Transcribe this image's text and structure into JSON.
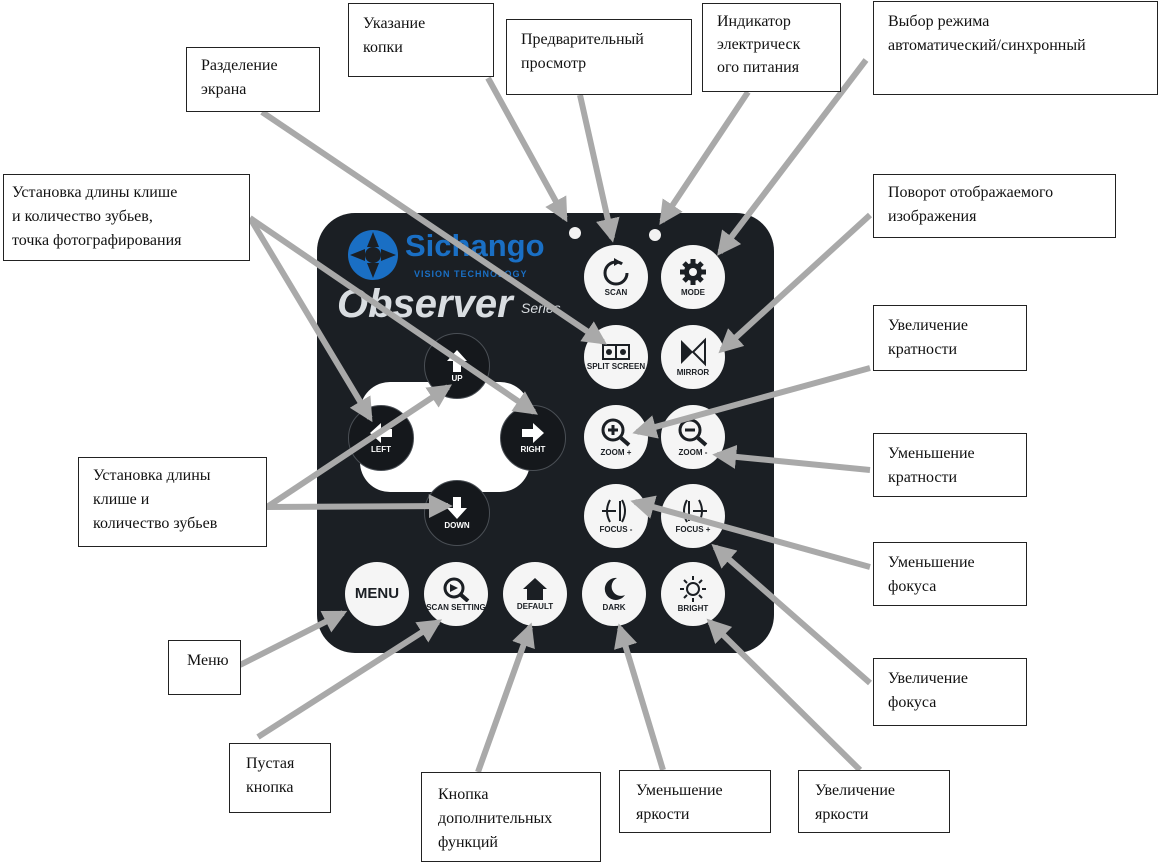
{
  "device": {
    "brand": "Sichango",
    "tagline": "VISION TECHNOLOGY",
    "series_name": "Observer",
    "series_suffix": "Series",
    "colors": {
      "panel": "#1b1f24",
      "logo": "#1a6fc4",
      "button_face": "#f5f5f5",
      "arrow": "#a9a9a9"
    }
  },
  "buttons": {
    "scan": {
      "label": "SCAN",
      "icon": "refresh-icon"
    },
    "mode": {
      "label": "MODE",
      "icon": "gear-icon"
    },
    "split_screen": {
      "label": "SPLIT SCREEN",
      "icon": "split-screen-icon"
    },
    "mirror": {
      "label": "MIRROR",
      "icon": "mirror-icon"
    },
    "zoom_plus": {
      "label": "ZOOM +",
      "icon": "zoom-in-icon"
    },
    "zoom_minus": {
      "label": "ZOOM -",
      "icon": "zoom-out-icon"
    },
    "focus_minus": {
      "label": "FOCUS -",
      "icon": "focus-icon"
    },
    "focus_plus": {
      "label": "FOCUS +",
      "icon": "focus-icon"
    },
    "up": {
      "label": "UP",
      "icon": "arrow-up-icon"
    },
    "left": {
      "label": "LEFT",
      "icon": "arrow-left-icon"
    },
    "right": {
      "label": "RIGHT",
      "icon": "arrow-right-icon"
    },
    "down": {
      "label": "DOWN",
      "icon": "arrow-down-icon"
    },
    "menu": {
      "label": "MENU"
    },
    "scan_setting": {
      "label": "SCAN SETTING",
      "icon": "scan-setting-icon"
    },
    "default": {
      "label": "DEFAULT",
      "icon": "home-icon"
    },
    "dark": {
      "label": "DARK",
      "icon": "moon-icon"
    },
    "bright": {
      "label": "BRIGHT",
      "icon": "sun-icon"
    }
  },
  "callouts": {
    "pointer": {
      "lines": [
        "Указание",
        "копки"
      ]
    },
    "preview": {
      "lines": [
        "Предварительный",
        "просмотр"
      ]
    },
    "power": {
      "lines": [
        "Индикатор",
        "электрическ",
        "ого питания"
      ]
    },
    "mode": {
      "lines": [
        "Выбор режима",
        "автоматический/синхронный"
      ]
    },
    "split": {
      "lines": [
        "Разделение",
        "экрана"
      ]
    },
    "length_photo": {
      "lines": [
        "Установка длины клише",
        "и количество зубьев,",
        "точка фотографирования"
      ]
    },
    "rotate": {
      "lines": [
        "Поворот отображаемого",
        "изображения"
      ]
    },
    "zoom_in": {
      "lines": [
        "Увеличение",
        "кратности"
      ]
    },
    "zoom_out": {
      "lines": [
        "Уменьшение",
        "кратности"
      ]
    },
    "length_teeth": {
      "lines": [
        "Установка длины",
        "клише и",
        "количество зубьев"
      ]
    },
    "focus_out": {
      "lines": [
        "Уменьшение",
        "фокуса"
      ]
    },
    "focus_in": {
      "lines": [
        "Увеличение",
        "фокуса"
      ]
    },
    "menu": {
      "lines": [
        "Меню"
      ]
    },
    "blank": {
      "lines": [
        "Пустая",
        "кнопка"
      ]
    },
    "extra": {
      "lines": [
        "Кнопка",
        "дополнительных",
        "функций"
      ]
    },
    "dim": {
      "lines": [
        "Уменьшение",
        "яркости"
      ]
    },
    "brighten": {
      "lines": [
        "Увеличение",
        "яркости"
      ]
    }
  }
}
